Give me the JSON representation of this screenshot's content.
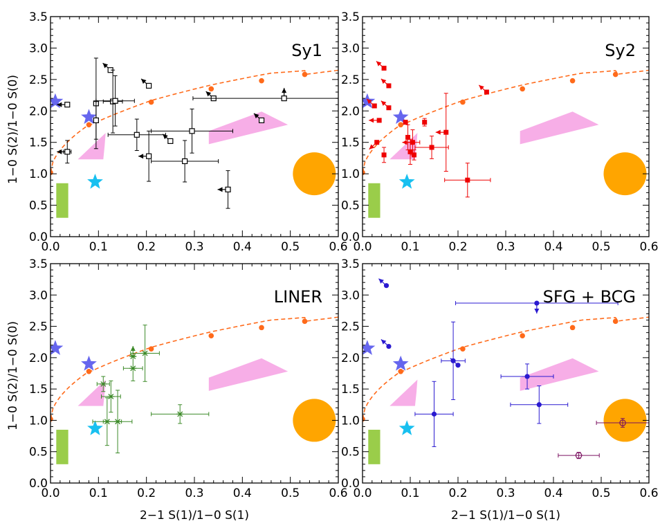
{
  "colors": {
    "model_curve": "#ff6a1a",
    "model_dot": "#ff6a1a",
    "big_disk": "#ffa500",
    "pink_region": "#f7aee7",
    "green_box": "#9acd4a",
    "star_blue": "#6666ee",
    "star_cyan": "#18c0f0",
    "sy1": "#000000",
    "sy2": "#ee0000",
    "liner": "#3c8a28",
    "sfg": "#2a1ad0",
    "bcg": "#7a1060"
  },
  "chart_data": [
    {
      "type": "scatter",
      "title": "Sy1",
      "xlabel": "",
      "ylabel": "1−0 S(2)/1−0 S(0)",
      "xlim": [
        0,
        0.6
      ],
      "ylim": [
        0,
        3.5
      ],
      "xticks": [
        "0.0",
        "0.1",
        "0.2",
        "0.3",
        "0.4",
        "0.5",
        "0.6"
      ],
      "yticks": [
        "0.0",
        "0.5",
        "1.0",
        "1.5",
        "2.0",
        "2.5",
        "3.0",
        "3.5"
      ],
      "model_curve": {
        "x": [
          0.0,
          0.08,
          0.21,
          0.335,
          0.44,
          0.53
        ],
        "y": [
          1.02,
          1.78,
          2.14,
          2.35,
          2.48,
          2.58
        ]
      },
      "references": {
        "blue_stars": [
          {
            "x": 0.01,
            "y": 2.15
          },
          {
            "x": 0.08,
            "y": 1.9
          }
        ],
        "cyan_star": {
          "x": 0.093,
          "y": 0.87
        },
        "green_box": {
          "x": [
            0.012,
            0.037
          ],
          "y": [
            0.3,
            0.85
          ]
        },
        "pink_polygons": [
          [
            [
              0.057,
              1.23
            ],
            [
              0.115,
              1.65
            ],
            [
              0.113,
              1.45
            ],
            [
              0.11,
              1.23
            ]
          ],
          [
            [
              0.33,
              1.68
            ],
            [
              0.44,
              1.99
            ],
            [
              0.495,
              1.78
            ],
            [
              0.33,
              1.47
            ]
          ]
        ],
        "big_disk": {
          "x": 0.55,
          "y": 1.0
        }
      },
      "series": [
        {
          "marker": "open-square",
          "points": [
            {
              "x": 0.035,
              "y": 2.1,
              "arrow": "left"
            },
            {
              "x": 0.035,
              "y": 1.35,
              "xerr": 0.008,
              "yerr": 0.18,
              "arrow": "left"
            },
            {
              "x": 0.095,
              "y": 2.12,
              "yerr": 0.72
            },
            {
              "x": 0.095,
              "y": 1.85,
              "yerr": 0.3
            },
            {
              "x": 0.125,
              "y": 2.65,
              "arrow": "up-left"
            },
            {
              "x": 0.13,
              "y": 2.15,
              "xerr": 0.02,
              "yerr": 0.5
            },
            {
              "x": 0.135,
              "y": 2.16,
              "xerr": 0.04,
              "yerr": 0.4
            },
            {
              "x": 0.18,
              "y": 1.62,
              "xerr": 0.06,
              "yerr": 0.25
            },
            {
              "x": 0.205,
              "y": 2.4,
              "arrow": "up-left"
            },
            {
              "x": 0.205,
              "y": 1.28,
              "yerr": 0.4,
              "arrow": "left"
            },
            {
              "x": 0.25,
              "y": 1.52,
              "arrow": "up-left"
            },
            {
              "x": 0.28,
              "y": 1.2,
              "xerr": 0.07,
              "yerr": 0.33
            },
            {
              "x": 0.295,
              "y": 1.68,
              "xerr": 0.085,
              "yerr": 0.35
            },
            {
              "x": 0.34,
              "y": 2.2,
              "arrow": "up-left"
            },
            {
              "x": 0.37,
              "y": 0.75,
              "yerr": 0.3,
              "arrow": "left"
            },
            {
              "x": 0.44,
              "y": 1.85,
              "arrow": "up-left"
            },
            {
              "x": 0.487,
              "y": 2.2,
              "xerr_lo": 0.19,
              "xerr_hi": 0.113,
              "arrow": "up"
            }
          ]
        }
      ]
    },
    {
      "type": "scatter",
      "title": "Sy2",
      "xlabel": "",
      "ylabel": "",
      "xlim": [
        0,
        0.6
      ],
      "ylim": [
        0,
        3.5
      ],
      "xticks": [
        "0.0",
        "0.1",
        "0.2",
        "0.3",
        "0.4",
        "0.5",
        "0.6"
      ],
      "yticks": [
        "0.0",
        "0.5",
        "1.0",
        "1.5",
        "2.0",
        "2.5",
        "3.0",
        "3.5"
      ],
      "model_curve": {
        "x": [
          0.0,
          0.08,
          0.21,
          0.335,
          0.44,
          0.53
        ],
        "y": [
          1.02,
          1.78,
          2.14,
          2.35,
          2.48,
          2.58
        ]
      },
      "references": {
        "blue_stars": [
          {
            "x": 0.01,
            "y": 2.15
          },
          {
            "x": 0.08,
            "y": 1.9
          }
        ],
        "cyan_star": {
          "x": 0.093,
          "y": 0.87
        },
        "green_box": {
          "x": [
            0.012,
            0.037
          ],
          "y": [
            0.3,
            0.85
          ]
        },
        "pink_polygons": [
          [
            [
              0.057,
              1.23
            ],
            [
              0.115,
              1.65
            ],
            [
              0.113,
              1.45
            ],
            [
              0.11,
              1.23
            ]
          ],
          [
            [
              0.33,
              1.68
            ],
            [
              0.44,
              1.99
            ],
            [
              0.495,
              1.78
            ],
            [
              0.33,
              1.47
            ]
          ]
        ],
        "big_disk": {
          "x": 0.55,
          "y": 1.0
        }
      },
      "series": [
        {
          "marker": "filled-square",
          "points": [
            {
              "x": 0.045,
              "y": 2.68,
              "arrow": "up-left"
            },
            {
              "x": 0.055,
              "y": 2.4,
              "arrow": "up-left"
            },
            {
              "x": 0.025,
              "y": 2.08,
              "arrow": "up-left"
            },
            {
              "x": 0.055,
              "y": 2.05,
              "arrow": "up-left"
            },
            {
              "x": 0.035,
              "y": 1.85,
              "arrow": "left"
            },
            {
              "x": 0.045,
              "y": 1.3,
              "yerr": 0.12
            },
            {
              "x": 0.03,
              "y": 1.5,
              "arrow": "down-left"
            },
            {
              "x": 0.09,
              "y": 1.82
            },
            {
              "x": 0.095,
              "y": 1.58,
              "yerr": 0.2
            },
            {
              "x": 0.1,
              "y": 1.35,
              "yerr": 0.2
            },
            {
              "x": 0.105,
              "y": 1.5,
              "xerr": 0.015,
              "yerr": 0.2,
              "arrow": "left"
            },
            {
              "x": 0.108,
              "y": 1.3,
              "yerr": 0.08
            },
            {
              "x": 0.13,
              "y": 1.82,
              "yerr": 0.06
            },
            {
              "x": 0.145,
              "y": 1.42,
              "xerr": 0.035,
              "yerr": 0.18
            },
            {
              "x": 0.175,
              "y": 1.66,
              "yerr": 0.62,
              "arrow": "left"
            },
            {
              "x": 0.22,
              "y": 0.9,
              "xerr": 0.048,
              "yerr": 0.27
            },
            {
              "x": 0.26,
              "y": 2.3,
              "arrow": "up-left"
            }
          ]
        }
      ]
    },
    {
      "type": "scatter",
      "title": "LINER",
      "xlabel": "2−1 S(1)/1−0 S(1)",
      "ylabel": "1−0 S(2)/1−0 S(0)",
      "xlim": [
        0,
        0.6
      ],
      "ylim": [
        0,
        3.5
      ],
      "xticks": [
        "0.0",
        "0.1",
        "0.2",
        "0.3",
        "0.4",
        "0.5",
        "0.6"
      ],
      "yticks": [
        "0.0",
        "0.5",
        "1.0",
        "1.5",
        "2.0",
        "2.5",
        "3.0",
        "3.5"
      ],
      "model_curve": {
        "x": [
          0.0,
          0.08,
          0.21,
          0.335,
          0.44,
          0.53
        ],
        "y": [
          1.02,
          1.78,
          2.14,
          2.35,
          2.48,
          2.58
        ]
      },
      "references": {
        "blue_stars": [
          {
            "x": 0.01,
            "y": 2.15
          },
          {
            "x": 0.08,
            "y": 1.9
          }
        ],
        "cyan_star": {
          "x": 0.093,
          "y": 0.87
        },
        "green_box": {
          "x": [
            0.012,
            0.037
          ],
          "y": [
            0.3,
            0.85
          ]
        },
        "pink_polygons": [
          [
            [
              0.057,
              1.23
            ],
            [
              0.115,
              1.65
            ],
            [
              0.113,
              1.45
            ],
            [
              0.11,
              1.23
            ]
          ],
          [
            [
              0.33,
              1.68
            ],
            [
              0.44,
              1.99
            ],
            [
              0.495,
              1.78
            ],
            [
              0.33,
              1.47
            ]
          ]
        ],
        "big_disk": {
          "x": 0.55,
          "y": 1.0
        }
      },
      "series": [
        {
          "marker": "asterisk",
          "points": [
            {
              "x": 0.11,
              "y": 1.58,
              "xerr": 0.013,
              "yerr": 0.12
            },
            {
              "x": 0.118,
              "y": 0.98,
              "xerr": 0.03,
              "yerr": 0.38
            },
            {
              "x": 0.126,
              "y": 1.38,
              "xerr": 0.02,
              "yerr": 0.25
            },
            {
              "x": 0.14,
              "y": 0.98,
              "xerr": 0.03,
              "yerr": 0.5
            },
            {
              "x": 0.172,
              "y": 1.83,
              "xerr": 0.02,
              "yerr": 0.2
            },
            {
              "x": 0.172,
              "y": 2.02,
              "arrow": "up"
            },
            {
              "x": 0.197,
              "y": 2.07,
              "xerr": 0.03,
              "yerr": 0.45
            },
            {
              "x": 0.27,
              "y": 1.1,
              "xerr": 0.06,
              "yerr": 0.15
            }
          ]
        }
      ]
    },
    {
      "type": "scatter",
      "title": "SFG + BCG",
      "xlabel": "2−1 S(1)/1−0 S(1)",
      "ylabel": "",
      "xlim": [
        0,
        0.6
      ],
      "ylim": [
        0,
        3.5
      ],
      "xticks": [
        "0.0",
        "0.1",
        "0.2",
        "0.3",
        "0.4",
        "0.5",
        "0.6"
      ],
      "yticks": [
        "0.0",
        "0.5",
        "1.0",
        "1.5",
        "2.0",
        "2.5",
        "3.0",
        "3.5"
      ],
      "model_curve": {
        "x": [
          0.0,
          0.08,
          0.21,
          0.335,
          0.44,
          0.53
        ],
        "y": [
          1.02,
          1.78,
          2.14,
          2.35,
          2.48,
          2.58
        ]
      },
      "references": {
        "blue_stars": [
          {
            "x": 0.01,
            "y": 2.15
          },
          {
            "x": 0.08,
            "y": 1.9
          }
        ],
        "cyan_star": {
          "x": 0.093,
          "y": 0.87
        },
        "green_box": {
          "x": [
            0.012,
            0.037
          ],
          "y": [
            0.3,
            0.85
          ]
        },
        "pink_polygons": [
          [
            [
              0.057,
              1.23
            ],
            [
              0.115,
              1.65
            ],
            [
              0.113,
              1.45
            ],
            [
              0.11,
              1.23
            ]
          ],
          [
            [
              0.33,
              1.68
            ],
            [
              0.44,
              1.99
            ],
            [
              0.495,
              1.78
            ],
            [
              0.33,
              1.47
            ]
          ]
        ],
        "big_disk": {
          "x": 0.55,
          "y": 1.0
        }
      },
      "series": [
        {
          "marker": "filled-circle",
          "points": [
            {
              "x": 0.05,
              "y": 3.15,
              "arrow": "up-left"
            },
            {
              "x": 0.055,
              "y": 2.18,
              "arrow": "up-left"
            },
            {
              "x": 0.15,
              "y": 1.1,
              "xerr": 0.04,
              "yerr": 0.52
            },
            {
              "x": 0.19,
              "y": 1.95,
              "xerr": 0.025,
              "yerr": 0.62
            },
            {
              "x": 0.2,
              "y": 1.88,
              "arrow": "up-left"
            },
            {
              "x": 0.365,
              "y": 2.87,
              "xerr_lo": 0.17,
              "xerr_hi": 0.17,
              "arrow": "down"
            },
            {
              "x": 0.345,
              "y": 1.7,
              "xerr": 0.055,
              "yerr": 0.2
            },
            {
              "x": 0.37,
              "y": 1.25,
              "xerr": 0.06,
              "yerr": 0.3
            }
          ]
        },
        {
          "marker": "open-circle",
          "points": [
            {
              "x": 0.453,
              "y": 0.44,
              "xerr": 0.043,
              "yerr": 0.05
            },
            {
              "x": 0.545,
              "y": 0.96,
              "xerr": 0.055,
              "yerr": 0.07
            }
          ]
        }
      ]
    }
  ]
}
